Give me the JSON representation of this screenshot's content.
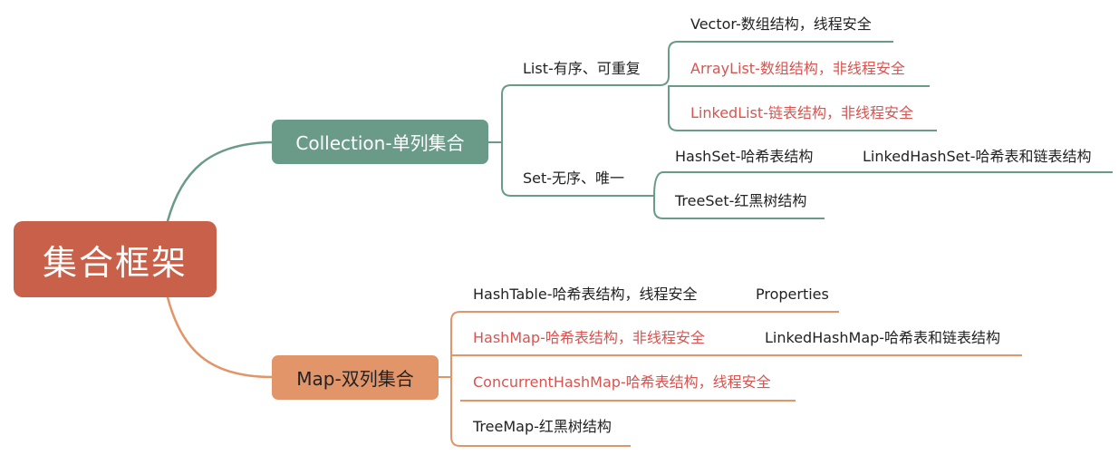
{
  "root": {
    "label": "集合框架"
  },
  "collection": {
    "label": "Collection-单列集合",
    "list": {
      "label": "List-有序、可重复",
      "items": [
        "Vector-数组结构，线程安全",
        "ArrayList-数组结构，非线程安全",
        "LinkedList-链表结构，非线程安全"
      ]
    },
    "set": {
      "label": "Set-无序、唯一",
      "hashset": {
        "label": "HashSet-哈希表结构",
        "child": "LinkedHashSet-哈希表和链表结构"
      },
      "treeset": "TreeSet-红黑树结构"
    }
  },
  "map": {
    "label": "Map-双列集合",
    "hashtable": {
      "label": "HashTable-哈希表结构，线程安全",
      "child": "Properties"
    },
    "hashmap": {
      "label": "HashMap-哈希表结构，非线程安全",
      "child": "LinkedHashMap-哈希表和链表结构"
    },
    "concurrent": "ConcurrentHashMap-哈希表结构，线程安全",
    "treemap": "TreeMap-红黑树结构"
  },
  "colors": {
    "root": "#c9604a",
    "collection": "#6a9b89",
    "map": "#e3956a",
    "highlight": "#d9534f"
  }
}
